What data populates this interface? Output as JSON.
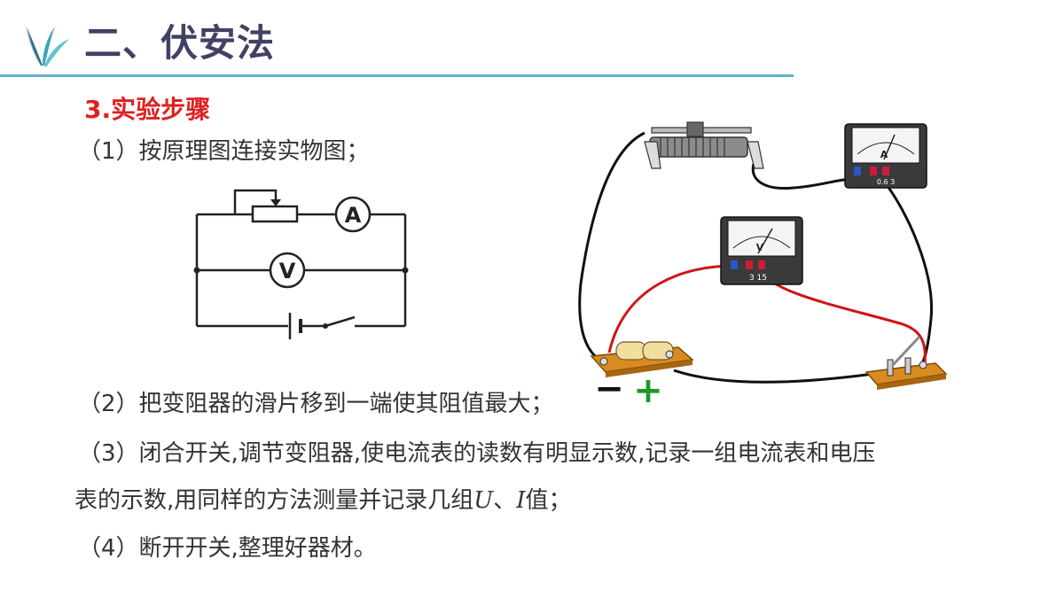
{
  "header": {
    "title": "二、伏安法",
    "logo_icon": "teal-leaf-logo-icon",
    "accent_color": "#5fb3c4",
    "title_color": "#414163"
  },
  "section": {
    "title": "3.实验步骤",
    "color": "#e02020"
  },
  "steps": {
    "s1": "（1）按原理图连接实物图；",
    "s2": "（2）把变阻器的滑片移到一端使其阻值最大；",
    "s3_line1": "（3）闭合开关,调节变阻器,使电流表的读数有明显示数,记录一组电流表和电压",
    "s3_line2_pre": "表的示数,用同样的方法测量并记录几组",
    "s3_var_u": "U",
    "s3_sep": "、",
    "s3_var_i": "I",
    "s3_line2_post": "值；",
    "s4": "（4）断开开关,整理好器材。"
  },
  "schematic": {
    "ammeter_label": "A",
    "voltmeter_label": "V"
  },
  "apparatus": {
    "ammeter_label": "A",
    "ammeter_terminals": "0.6  3",
    "voltmeter_label": "V",
    "voltmeter_terminals": "3  15",
    "minus_sign": "−",
    "plus_sign": "+",
    "minus_color": "#111111",
    "plus_color": "#1a9a2a"
  }
}
